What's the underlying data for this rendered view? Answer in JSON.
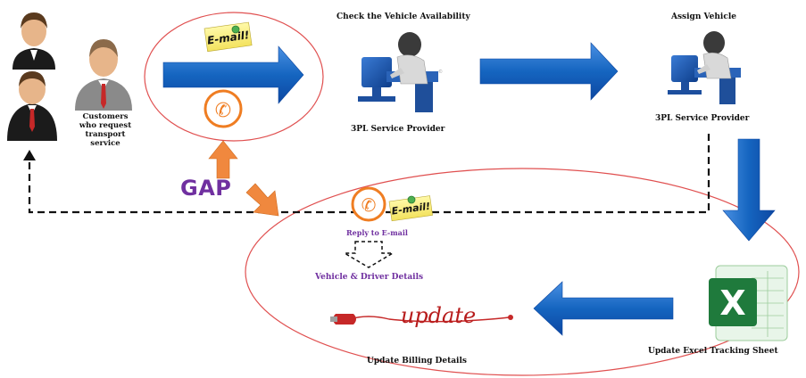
{
  "customers_label": "Customers who request transport service",
  "gap_label": "GAP",
  "email_tag": "E-mail!",
  "check_availability_title": "Check the Vehicle Availability",
  "provider_label_1": "3PL Service Provider",
  "assign_vehicle_title": "Assign Vehicle",
  "provider_label_2": "3PL Service Provider",
  "reply_label": "Reply to E-mail",
  "vehicle_driver_label": "Vehicle & Driver Details",
  "update_word": "update",
  "billing_label": "Update Billing Details",
  "excel_label": "Update Excel Tracking Sheet",
  "colors": {
    "flow_arrow": "#1565c0",
    "gap_arrow": "#f0883e",
    "ellipse": "#e05050",
    "gap_text": "#7030a0",
    "phone": "#ef7d22",
    "excel_green": "#1f7a3c"
  }
}
